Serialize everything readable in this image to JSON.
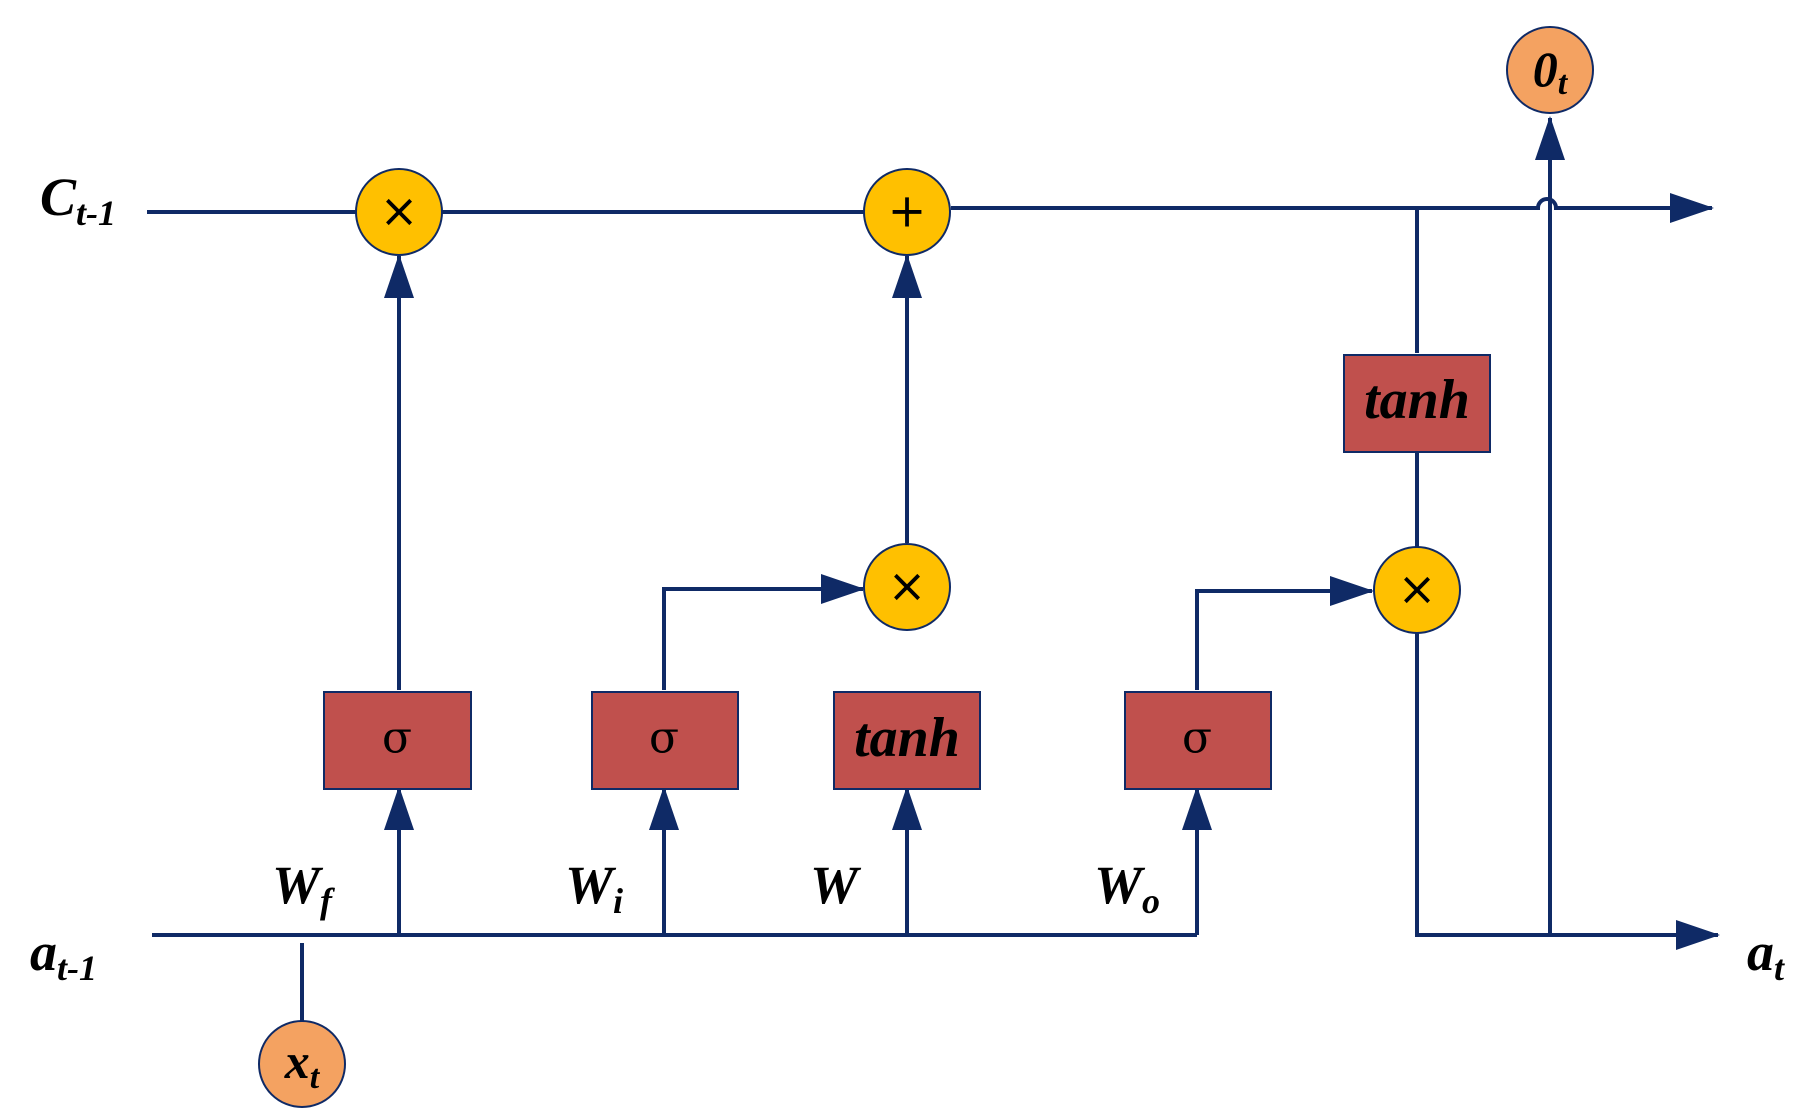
{
  "labels": {
    "cell_prev_main": "C",
    "cell_prev_sub": "t-1",
    "hidden_prev_main": "a",
    "hidden_prev_sub": "t-1",
    "hidden_out_main": "a",
    "hidden_out_sub": "t",
    "input_main": "x",
    "input_sub": "t",
    "output_main": "0",
    "output_sub": "t"
  },
  "weights": {
    "forget_main": "W",
    "forget_sub": "f",
    "input_main": "W",
    "input_sub": "i",
    "candidate": "W",
    "output_main": "W",
    "output_sub": "o"
  },
  "gates": {
    "forget": "σ",
    "input": "σ",
    "candidate": "tanh",
    "output": "σ",
    "cell_activation": "tanh"
  },
  "ops": {
    "forget_multiply": "×",
    "cell_add": "+",
    "input_multiply": "×",
    "output_multiply": "×"
  },
  "colors": {
    "wire": "#0f2a66",
    "op_fill": "#ffc000",
    "gate_fill": "#c0504d",
    "io_fill": "#f4a261"
  }
}
